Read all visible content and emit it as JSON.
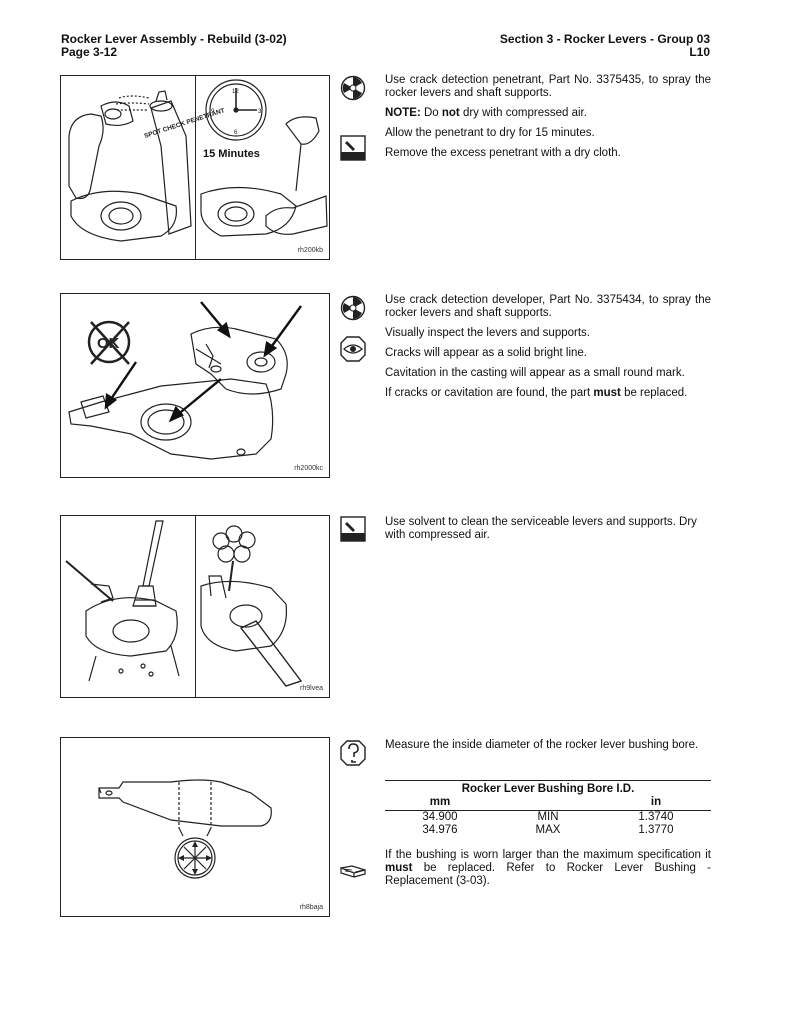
{
  "header": {
    "left_title": "Rocker Lever Assembly - Rebuild (3-02)",
    "left_page": "Page 3-12",
    "right_section": "Section 3 - Rocker Levers - Group 03",
    "right_engine": "L10"
  },
  "figures": [
    {
      "code": "rh200kb",
      "spray_label": "SPOT CHECK PENETRANT",
      "caption": "15 Minutes",
      "clock_numbers": [
        "12",
        "3",
        "6",
        "9"
      ]
    },
    {
      "code": "rh2000kc",
      "ok_symbol": "OK"
    },
    {
      "code": "rh9lvea"
    },
    {
      "code": "rh8baja"
    }
  ],
  "icons": {
    "spray": "spray-icon",
    "dry": "wipe-icon",
    "inspect": "eye-icon",
    "measure": "measure-icon",
    "reference": "book-icon"
  },
  "steps": {
    "s1": {
      "p1": "Use crack detection penetrant, Part No. 3375435, to spray the rocker levers and shaft supports.",
      "note_label": "NOTE:",
      "note_pre": " Do ",
      "note_bold": "not",
      "note_post": " dry with compressed air.",
      "p3": "Allow the penetrant to dry for 15 minutes.",
      "p4": "Remove the excess penetrant with a dry cloth."
    },
    "s2": {
      "p1": "Use crack detection developer, Part No. 3375434, to spray the rocker levers and shaft supports.",
      "p2": "Visually inspect the levers and supports.",
      "p3": "Cracks will appear as a solid bright line.",
      "p4": "Cavitation in the casting will appear as a small round mark.",
      "p5_pre": "If cracks or cavitation are found, the part ",
      "p5_bold": "must",
      "p5_post": " be replaced."
    },
    "s3": {
      "p1": "Use solvent to clean the serviceable levers and supports. Dry with compressed air."
    },
    "s4": {
      "p1": "Measure the inside diameter of the rocker lever bushing bore.",
      "p2_pre": "If the bushing is worn larger than the maximum specification it ",
      "p2_bold": "must",
      "p2_post": " be replaced. Refer to Rocker Lever Bushing - Replacement (3-03)."
    }
  },
  "spec_table": {
    "title": "Rocker Lever Bushing Bore I.D.",
    "unit_mm": "mm",
    "unit_in": "in",
    "rows": [
      {
        "mm": "34.900",
        "label": "MIN",
        "in": "1.3740"
      },
      {
        "mm": "34.976",
        "label": "MAX",
        "in": "1.3770"
      }
    ]
  }
}
